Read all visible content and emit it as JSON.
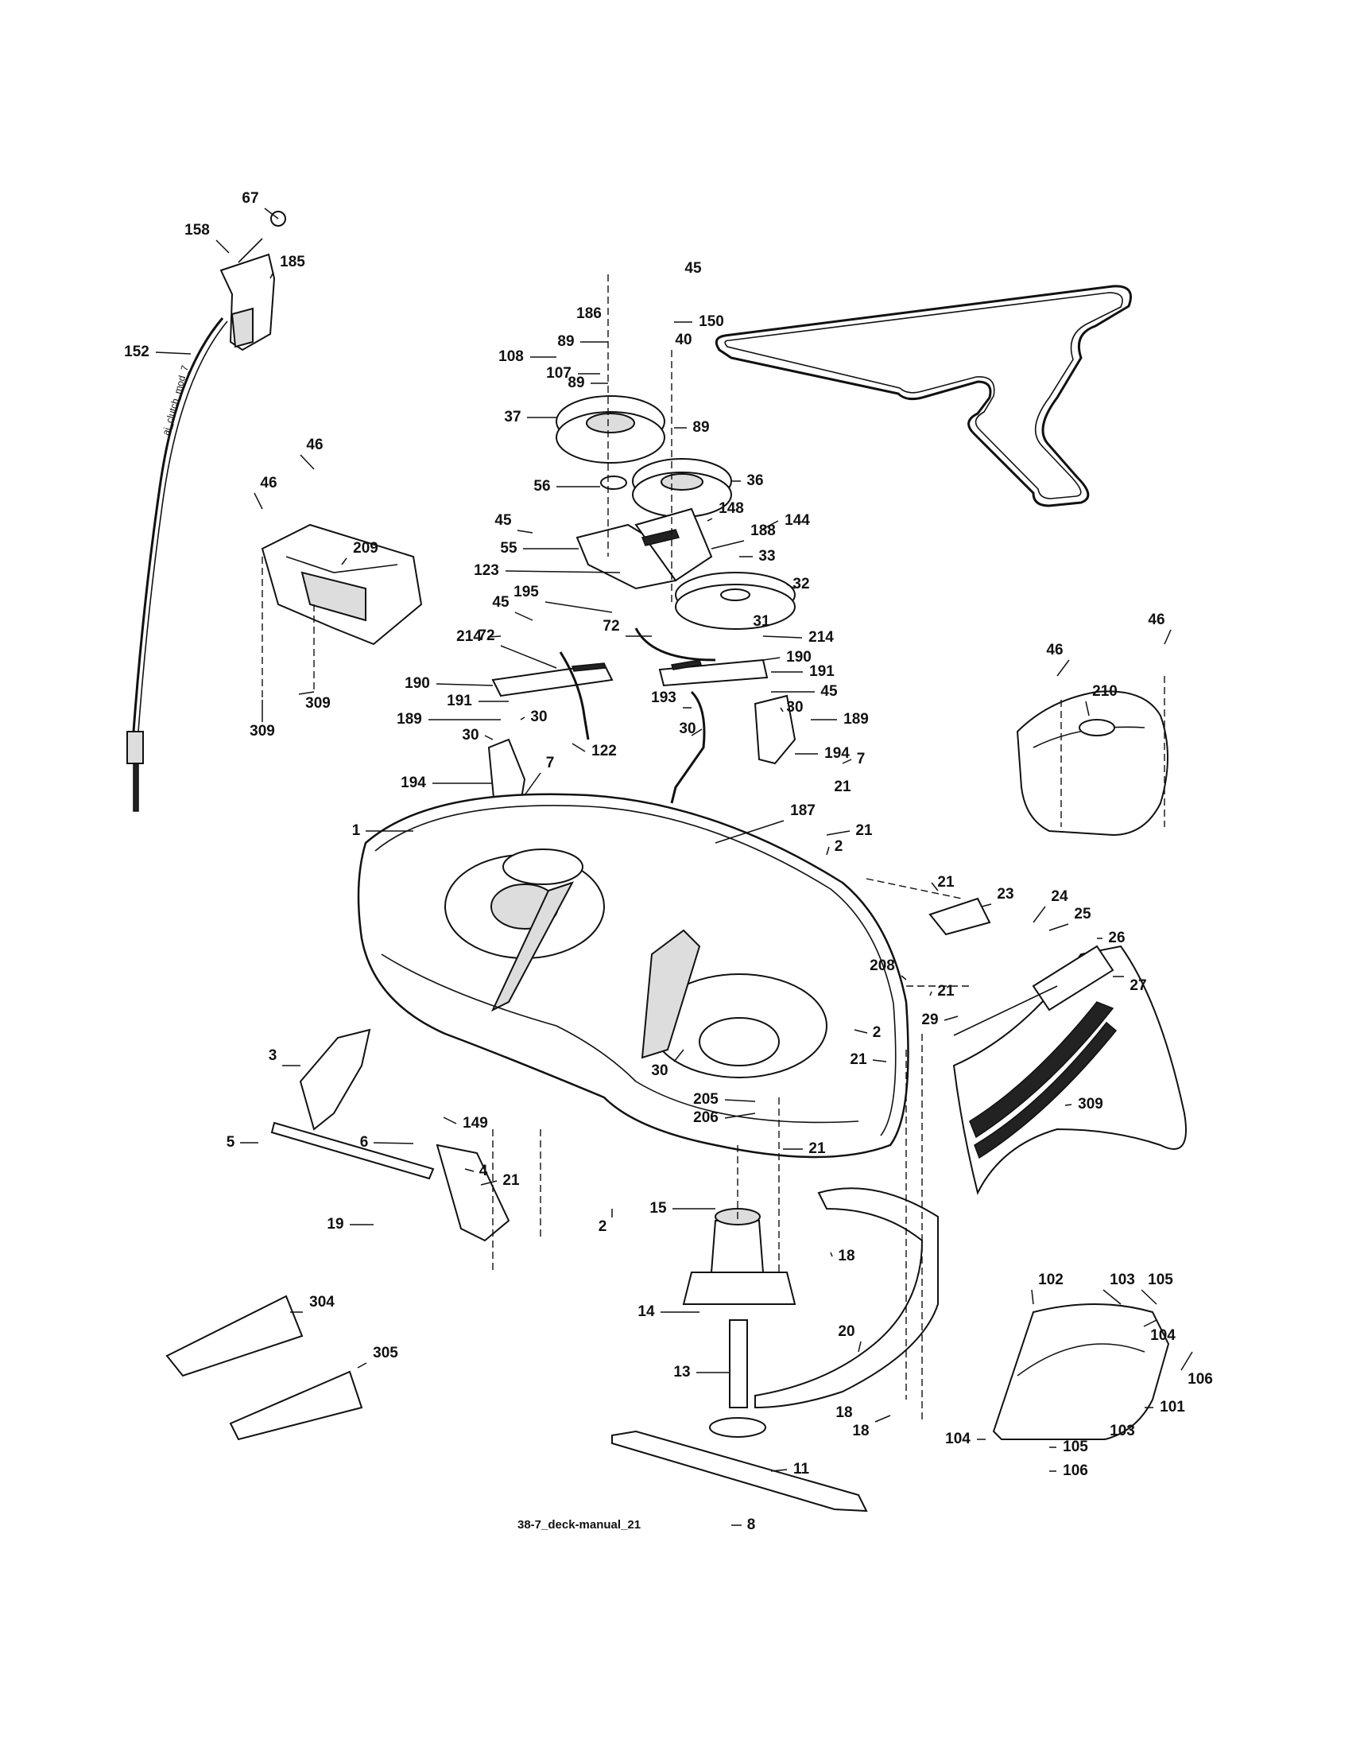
{
  "diagram": {
    "caption": "38-7_deck-manual_21",
    "cable_marking": "ai_clutch_mod_7",
    "callouts": [
      "67",
      "158",
      "185",
      "152",
      "46",
      "209",
      "309",
      "186",
      "45",
      "150",
      "89",
      "40",
      "108",
      "107",
      "37",
      "36",
      "56",
      "55",
      "148",
      "144",
      "188",
      "33",
      "123",
      "195",
      "32",
      "72",
      "31",
      "214",
      "190",
      "191",
      "193",
      "30",
      "189",
      "122",
      "194",
      "7",
      "21",
      "187",
      "2",
      "1",
      "23",
      "24",
      "25",
      "26",
      "27",
      "208",
      "29",
      "210",
      "3",
      "149",
      "6",
      "5",
      "4",
      "19",
      "205",
      "206",
      "15",
      "18",
      "14",
      "20",
      "102",
      "103",
      "105",
      "104",
      "106",
      "101",
      "304",
      "305",
      "13",
      "11",
      "8"
    ]
  }
}
